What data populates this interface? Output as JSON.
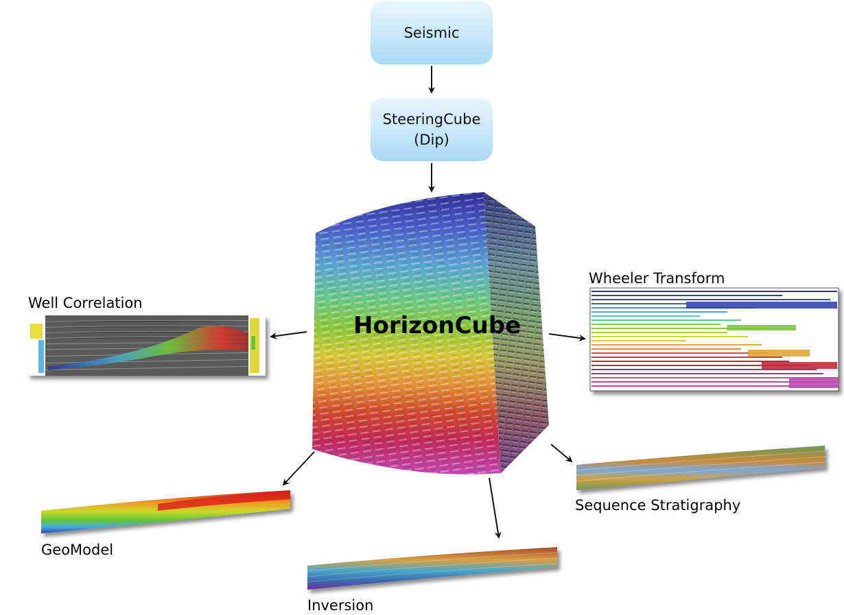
{
  "nodes": {
    "seismic": "Seismic",
    "steeringcube_line1": "SteeringCube",
    "steeringcube_line2": "(Dip)",
    "horizoncube": "HorizonCube"
  },
  "outputs": {
    "well_correlation": "Well Correlation",
    "wheeler_transform": "Wheeler Transform",
    "geomodel": "GeoModel",
    "inversion": "Inversion",
    "sequence_stratigraphy": "Sequence Stratigraphy"
  },
  "colors": {
    "spectrum": [
      "#2a2f9a",
      "#3a5fc0",
      "#4aa3d6",
      "#5cc6a0",
      "#7cc63a",
      "#c9d23a",
      "#e0a63a",
      "#d8502e",
      "#c02a3a",
      "#b42a7a",
      "#c04ab0"
    ],
    "box_top": "#e9f6fd",
    "box_bottom": "#a9daf4"
  }
}
